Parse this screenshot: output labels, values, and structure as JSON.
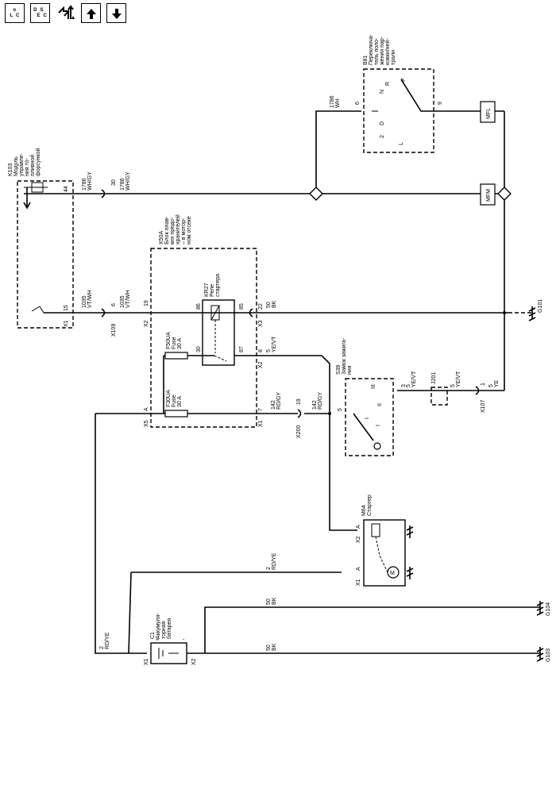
{
  "toolbar": {
    "loc_L": "L",
    "loc_o": "o",
    "loc_c": "C",
    "desc_D": "D",
    "desc_e": "E",
    "desc_s": "S",
    "desc_c": "C"
  },
  "components": {
    "k103": [
      "K103",
      "Модуль",
      "управле-",
      "ния то-",
      "пливной",
      "форсункой"
    ],
    "b81": [
      "B81",
      "Переключа-",
      "тель поло-",
      "жения пар-",
      "ковки/ней-",
      "трали"
    ],
    "x50a": [
      "X50A",
      "Блок плав-",
      "ких предо-",
      "хранителей",
      "– в мотор-",
      "ном отсеке"
    ],
    "kr27": [
      "KR27",
      "Реле",
      "стартера"
    ],
    "f50ua": [
      "F50UA",
      "Fuse",
      "30 A"
    ],
    "f30ua": [
      "F30UA",
      "Fuse",
      "30 A"
    ],
    "s39": [
      "S39",
      "Замок зажига-",
      "ния"
    ],
    "m64": [
      "M64",
      "Стартер"
    ],
    "c1": [
      "C1",
      "Аккумуля-",
      "торная",
      "батарея"
    ]
  },
  "wires": {
    "w1786a": [
      "1786",
      "WH"
    ],
    "w1786b": [
      "1786",
      "WH/GY"
    ],
    "w1786c": [
      "1786",
      "WH/GY"
    ],
    "w1035a": [
      "1035",
      "VT/WH"
    ],
    "w1035b": [
      "1035",
      "VT/WH"
    ],
    "w50a": [
      "50",
      "BK"
    ],
    "w5a": [
      "5",
      "YE/VT"
    ],
    "w5b": [
      "5",
      "YE/VT"
    ],
    "w5c": [
      "5",
      "YE/VT"
    ],
    "w5d": [
      "5",
      "YE"
    ],
    "w142a": [
      "142",
      "RD/GY"
    ],
    "w142b": [
      "142",
      "RD/GY"
    ],
    "w2a": [
      "2",
      "RD/YE"
    ],
    "w2b": [
      "2",
      "RD/YE"
    ],
    "w50b": [
      "50",
      "BK"
    ],
    "w50c": [
      "50",
      "BK"
    ]
  },
  "connectors": {
    "x109": "X109",
    "x107": "X107",
    "x200": "X200",
    "j201": "J201",
    "x1": "X1",
    "x2": "X2",
    "x3": "X3",
    "x5": "X5",
    "mfl": "MFL",
    "mfm": "MFM",
    "g101": "G101",
    "g103": "G103",
    "g104": "G104",
    "plus": "+",
    "minus": "-"
  },
  "pins": {
    "p6a": "6",
    "p9": "9",
    "p30a": "30",
    "p44": "44",
    "p15": "15",
    "p6b": "6",
    "p19a": "19",
    "p86": "86",
    "p85": "85",
    "p22": "22",
    "p30b": "30",
    "p87": "87",
    "p8": "8",
    "p7": "7",
    "pA1": "A",
    "p19b": "19",
    "p5a": "5",
    "p3": "3",
    "p5b": "5",
    "p1": "1",
    "pA2": "A",
    "pA3": "A"
  },
  "switch_labels": {
    "N": "N",
    "R": "R",
    "P": "P",
    "D": "D",
    "n2": "2",
    "L": "L",
    "III": "III",
    "II": "II",
    "I": "I",
    "I2": "I"
  },
  "motor": "M"
}
